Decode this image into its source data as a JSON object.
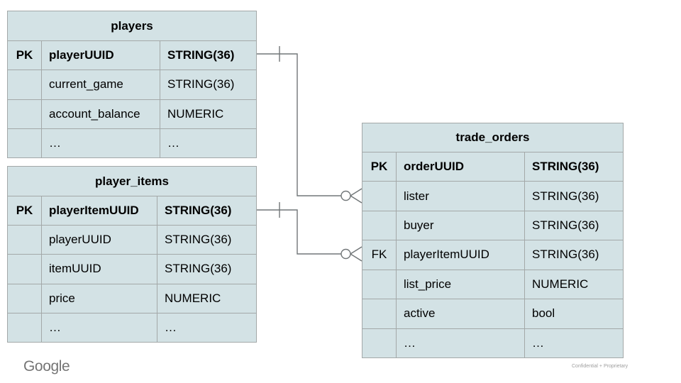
{
  "slide": {
    "footer": {
      "logo_text": "Google",
      "confidential_label": "Confidential + Proprietary"
    }
  },
  "colors": {
    "table_fill": "#d3e2e5",
    "table_border": "#a3a8a8",
    "connector_line": "#717678",
    "text": "#000000",
    "logo_gray": "#757575",
    "confidential_gray": "#9e9e9e",
    "background": "#ffffff"
  },
  "tables": {
    "players": {
      "title": "players",
      "rows": [
        {
          "key": "PK",
          "name": "playerUUID",
          "type": "STRING(36)"
        },
        {
          "key": "",
          "name": "current_game",
          "type": "STRING(36)"
        },
        {
          "key": "",
          "name": "account_balance",
          "type": "NUMERIC"
        },
        {
          "key": "",
          "name": "…",
          "type": "…"
        }
      ]
    },
    "player_items": {
      "title": "player_items",
      "rows": [
        {
          "key": "PK",
          "name": "playerItemUUID",
          "type": "STRING(36)"
        },
        {
          "key": "",
          "name": "playerUUID",
          "type": "STRING(36)"
        },
        {
          "key": "",
          "name": "itemUUID",
          "type": "STRING(36)"
        },
        {
          "key": "",
          "name": "price",
          "type": "NUMERIC"
        },
        {
          "key": "",
          "name": "…",
          "type": "…"
        }
      ]
    },
    "trade_orders": {
      "title": "trade_orders",
      "rows": [
        {
          "key": "PK",
          "name": "orderUUID",
          "type": "STRING(36)"
        },
        {
          "key": "",
          "name": "lister",
          "type": "STRING(36)"
        },
        {
          "key": "",
          "name": "buyer",
          "type": "STRING(36)"
        },
        {
          "key": "FK",
          "name": "playerItemUUID",
          "type": "STRING(36)"
        },
        {
          "key": "",
          "name": "list_price",
          "type": "NUMERIC"
        },
        {
          "key": "",
          "name": "active",
          "type": "bool"
        },
        {
          "key": "",
          "name": "…",
          "type": "…"
        }
      ]
    }
  },
  "relationships": [
    {
      "from": "players.playerUUID",
      "to": "trade_orders.lister",
      "from_marker": "one (tick)",
      "to_marker": "zero-or-many (circle + crow's foot)"
    },
    {
      "from": "player_items.playerItemUUID",
      "to": "trade_orders.playerItemUUID",
      "from_marker": "one (tick)",
      "to_marker": "zero-or-many (circle + crow's foot)"
    }
  ]
}
